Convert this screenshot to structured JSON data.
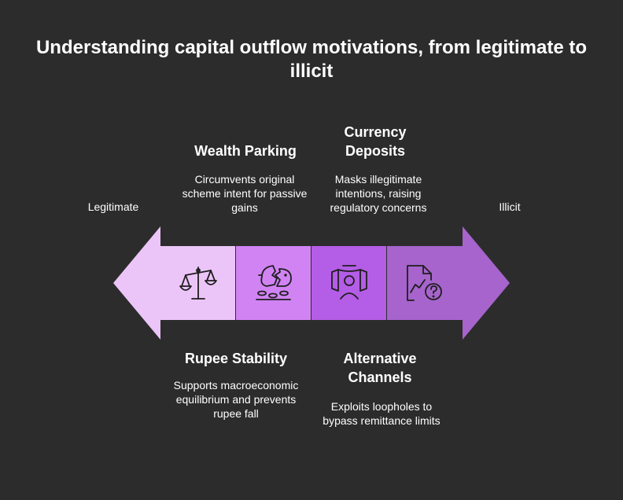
{
  "title": "Understanding capital outflow motivations, from legitimate to illicit",
  "scale": {
    "left_label": "Legitimate",
    "right_label": "Illicit"
  },
  "items": [
    {
      "heading": "Rupee Stability",
      "description": "Supports macroeconomic equilibrium and prevents rupee fall",
      "icon": "balance-scale-icon",
      "color": "#ecc5f8"
    },
    {
      "heading": "Wealth Parking",
      "description": "Circumvents original scheme intent for passive gains",
      "icon": "broken-piggy-bank-icon",
      "color": "#d183f4"
    },
    {
      "heading": "Currency Deposits",
      "description": "Masks illegitimate intentions, raising regulatory concerns",
      "icon": "masked-person-icon",
      "color": "#b45de6"
    },
    {
      "heading": "Alternative Channels",
      "description": "Exploits loopholes to bypass remittance limits",
      "icon": "document-question-icon",
      "color": "#a664cc"
    }
  ],
  "colors": {
    "background": "#2c2c2c",
    "left_arrow": "#ecc5f8",
    "right_arrow": "#a664cc"
  }
}
